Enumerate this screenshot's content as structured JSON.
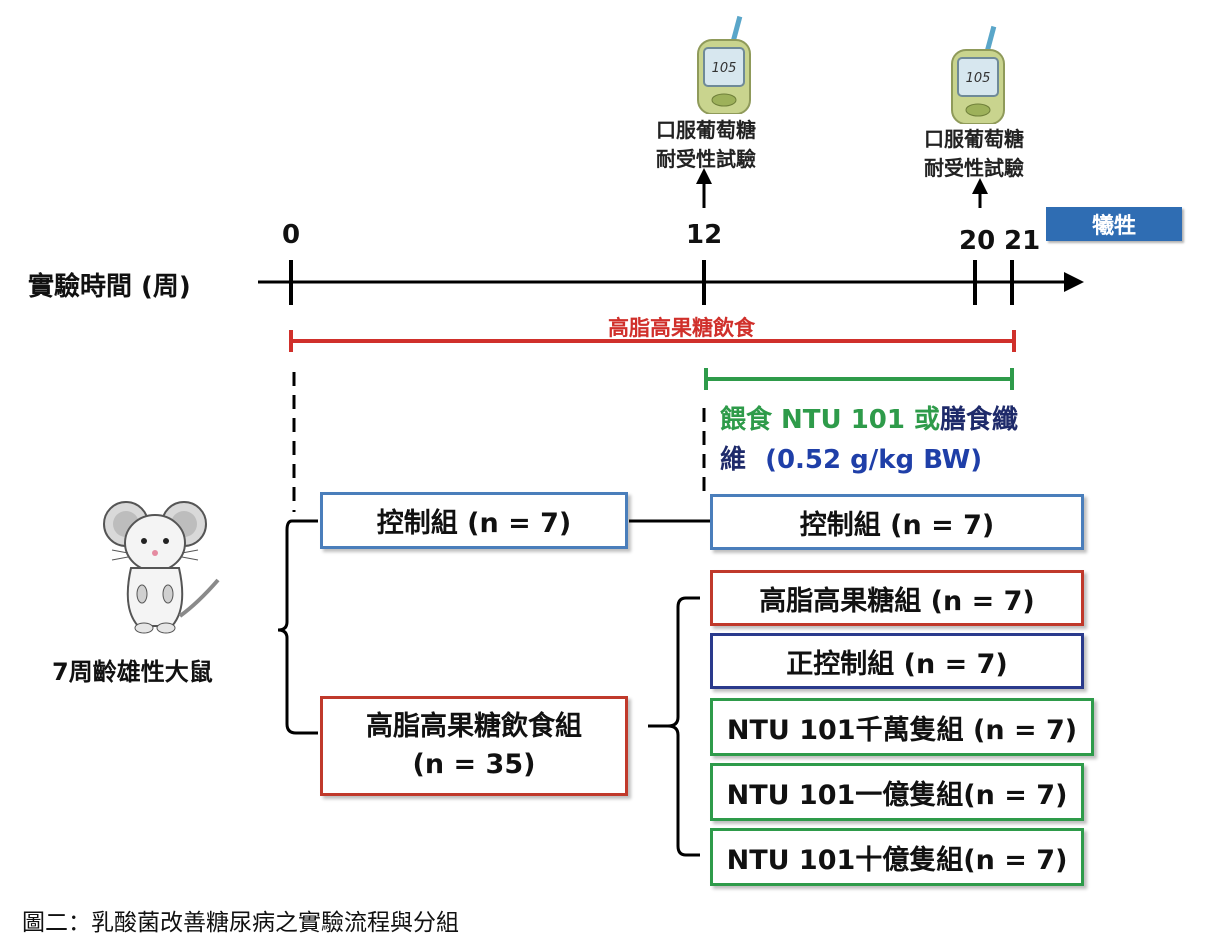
{
  "timeline": {
    "axis_label": "實驗時間 (周)",
    "ticks": [
      "0",
      "12",
      "20",
      "21"
    ],
    "sacrifice_label": "犧牲",
    "test_label_line1": "口服葡萄糖",
    "test_label_line2": "耐受性試驗",
    "meter_reading": "105"
  },
  "diet_bar": {
    "label": "高脂高果糖飲食"
  },
  "feeding": {
    "part1": "餵食 NTU 101 或",
    "part2": "膳食纖",
    "line2_a": "維",
    "dose": "(0.52 g/kg BW)"
  },
  "rat_label": "7周齡雄性大鼠",
  "groups": {
    "control_initial": "控制組 (n = 7)",
    "hfhf_line1": "高脂高果糖飲食組",
    "hfhf_line2": "(n = 35)",
    "control_final": "控制組 (n = 7)",
    "hfhf_final": "高脂高果糖組 (n = 7)",
    "positive_control": "正控制組 (n = 7)",
    "ntu_10m": "NTU 101千萬隻組 (n = 7)",
    "ntu_100m": "NTU 101一億隻組(n = 7)",
    "ntu_1b": "NTU 101十億隻組(n = 7)"
  },
  "caption": "圖二：乳酸菌改善糖尿病之實驗流程與分組",
  "colors": {
    "diet_red": "#d0302b",
    "feed_green": "#2e9b4a",
    "dose_blue": "#1f3fa8",
    "sacrifice_bg": "#2f6db3"
  }
}
